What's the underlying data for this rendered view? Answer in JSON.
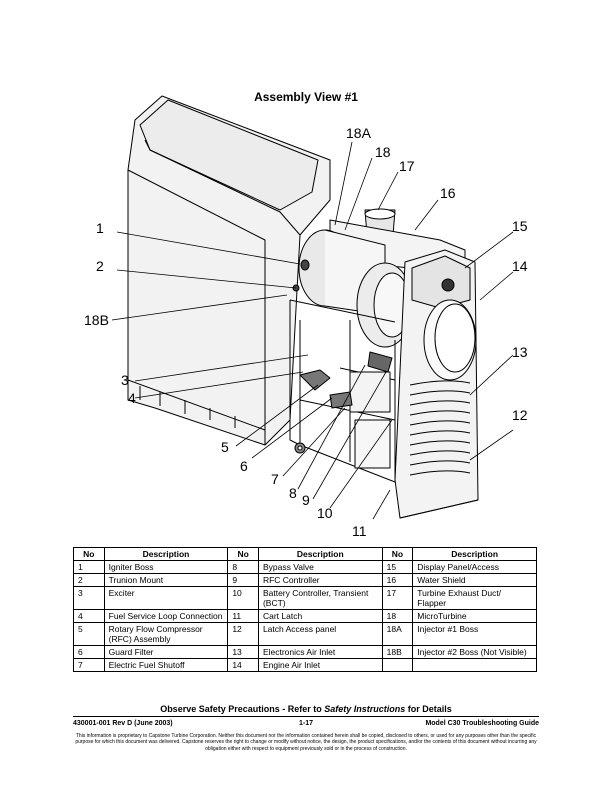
{
  "page": {
    "title": "Assembly View #1",
    "callouts": [
      "18A",
      "18",
      "17",
      "16",
      "15",
      "14",
      "13",
      "12",
      "1",
      "2",
      "18B",
      "3",
      "4",
      "5",
      "6",
      "7",
      "8",
      "9",
      "10",
      "11"
    ],
    "table": {
      "headers": [
        "No",
        "Description",
        "No",
        "Description",
        "No",
        "Description"
      ],
      "rows": [
        [
          "1",
          "Igniter Boss",
          "8",
          "Bypass Valve",
          "15",
          "Display Panel/Access"
        ],
        [
          "2",
          "Trunion Mount",
          "9",
          "RFC Controller",
          "16",
          "Water Shield"
        ],
        [
          "3",
          "Exciter",
          "10",
          "Battery Controller, Transient (BCT)",
          "17",
          "Turbine Exhaust Duct/ Flapper"
        ],
        [
          "4",
          "Fuel Service Loop Connection",
          "11",
          "Cart Latch",
          "18",
          "MicroTurbine"
        ],
        [
          "5",
          "Rotary Flow Compressor (RFC) Assembly",
          "12",
          "Latch Access panel",
          "18A",
          "Injector #1 Boss"
        ],
        [
          "6",
          "Guard Filter",
          "13",
          "Electronics Air Inlet",
          "18B",
          "Injector #2 Boss (Not Visible)"
        ],
        [
          "7",
          "Electric Fuel Shutoff",
          "14",
          "Engine Air Inlet",
          "",
          ""
        ]
      ]
    },
    "safety": {
      "prefix": "Observe Safety Precautions - Refer to ",
      "emph": "Safety Instructions",
      "suffix": " for Details"
    },
    "footer": {
      "left": "430001-001 Rev D (June 2003)",
      "center": "1-17",
      "right": "Model C30 Troubleshooting Guide"
    },
    "legal": "This information is proprietary to Capstone Turbine Corporation. Neither this document nor the information contained herein shall be copied, disclosed to others, or used for any purposes other than the specific purpose for which this document was delivered. Capstone reserves the right to change or modify without notice, the design, the product specifications, and/or the contents of this document without incurring any obligation either with respect to equipment previously sold or in the process of construction."
  }
}
